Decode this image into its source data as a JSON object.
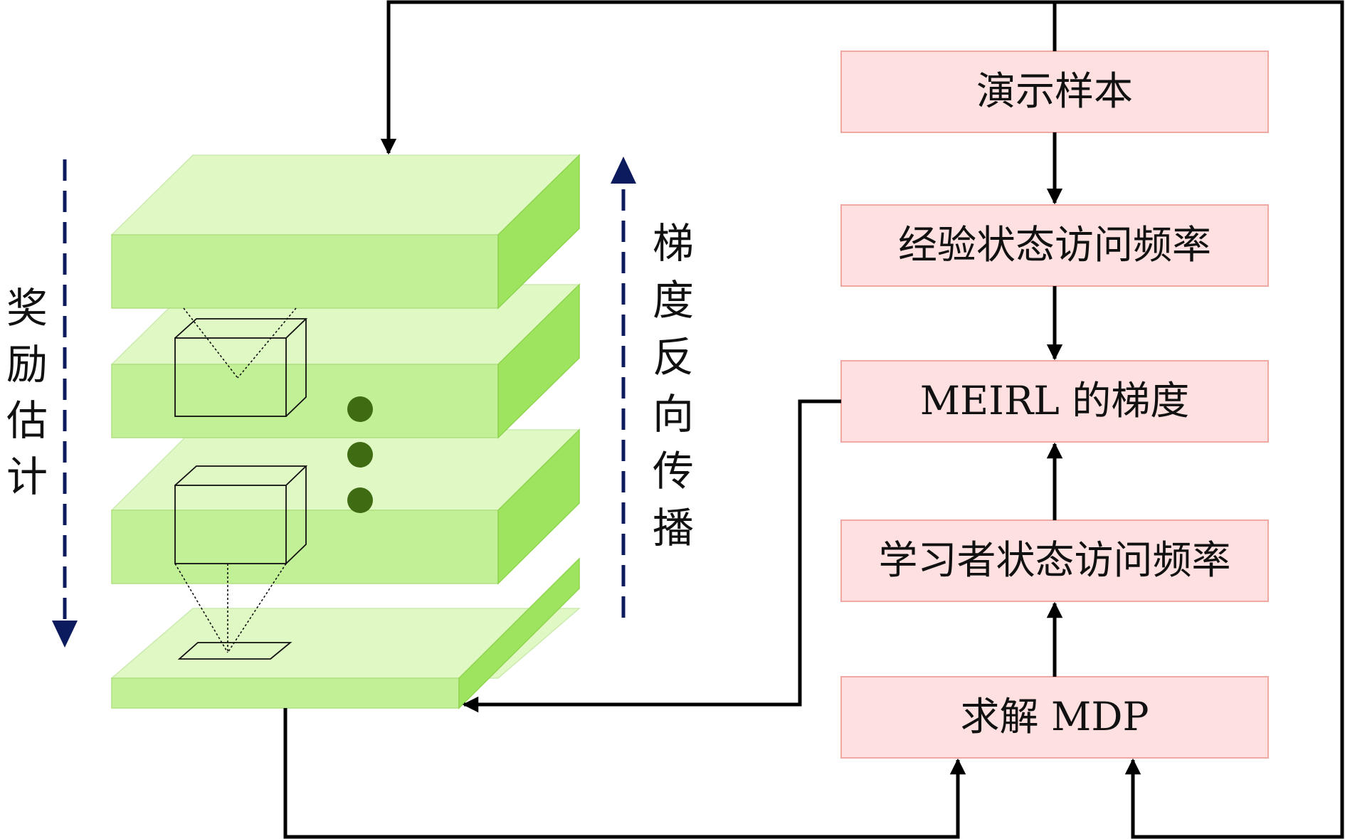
{
  "boxes": [
    {
      "id": "demo",
      "label": "演示样本"
    },
    {
      "id": "empirical",
      "label": "经验状态访问频率"
    },
    {
      "id": "gradient",
      "label": "MEIRL 的梯度"
    },
    {
      "id": "learner",
      "label": "学习者状态访问频率"
    },
    {
      "id": "solve",
      "label": "求解 MDP"
    }
  ],
  "side_labels": {
    "left": [
      "奖",
      "励",
      "估",
      "计"
    ],
    "right": [
      "梯",
      "度",
      "反",
      "向",
      "传",
      "播"
    ]
  },
  "colors": {
    "box_fill": "#fde0df",
    "box_border": "#f0a8a3",
    "layer_top": "#dff8c4",
    "layer_front": "#c1f097",
    "layer_side": "#9fe45e",
    "dots": "#3f6b12",
    "dashed_arrow": "#0c1a5e",
    "connector": "#000000"
  },
  "icons": [
    "dashed-down-arrow-icon",
    "dashed-up-arrow-icon",
    "ellipsis-dots-icon"
  ]
}
